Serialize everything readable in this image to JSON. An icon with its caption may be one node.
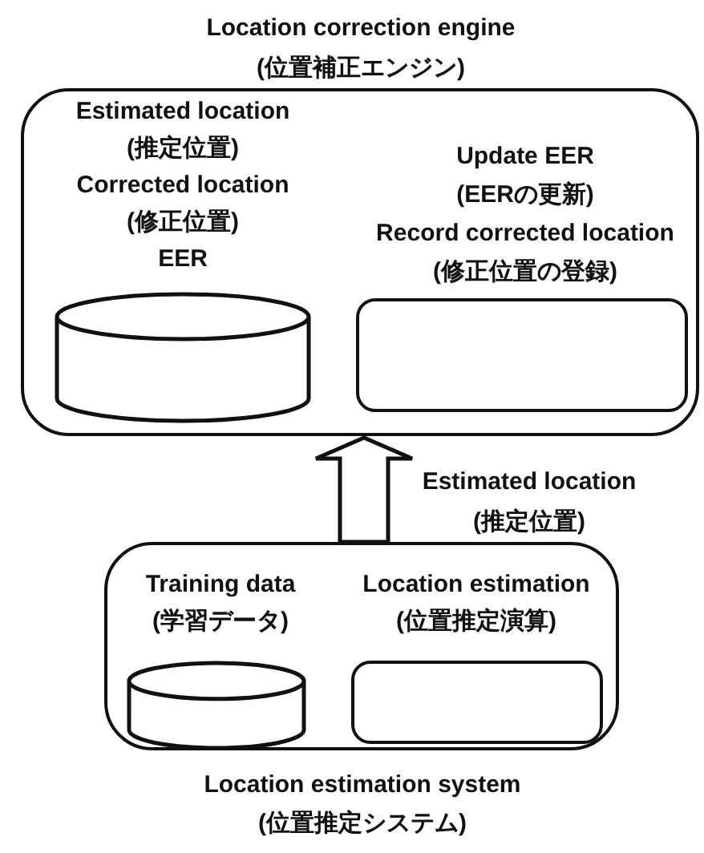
{
  "diagram": {
    "nodes": [
      {
        "text": [
          "Location correction engine (位置補正エンジン)"
        ]
      },
      {
        "text": [
          "Estimated location (推定位置)",
          "Corrected location (修正位置)",
          "EER"
        ],
        "in": 0
      },
      {
        "text": [
          "Update EER (EERの更新)",
          "Record corrected location (修正位置の登録)"
        ],
        "in": 0
      },
      {
        "text": [
          "Location estimation system (位置推定システム)"
        ]
      },
      {
        "text": [
          "Training data (学習データ)"
        ],
        "in": 3
      },
      {
        "text": [
          "Location estimation (位置推定演算)"
        ],
        "in": 3
      }
    ],
    "edges": [
      {
        "from": 3,
        "to": 0,
        "arrow": "to",
        "label": "Estimated location (推定位置)"
      }
    ]
  }
}
